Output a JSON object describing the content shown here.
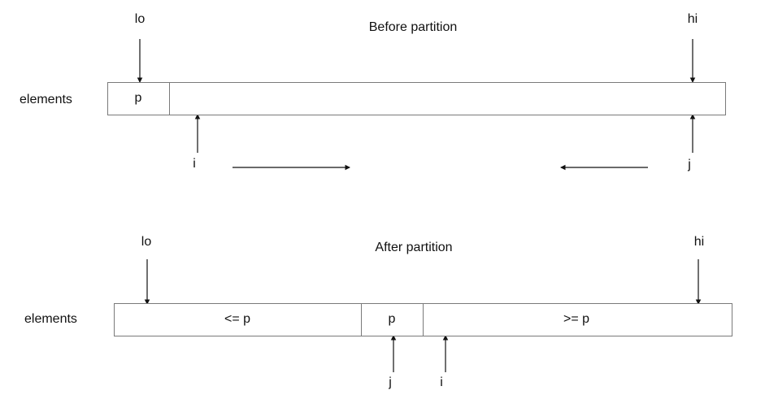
{
  "before": {
    "title": "Before partition",
    "row_label": "elements",
    "pivot_label": "p",
    "lo_label": "lo",
    "hi_label": "hi",
    "i_label": "i",
    "j_label": "j"
  },
  "after": {
    "title": "After partition",
    "row_label": "elements",
    "left_label": "<= p",
    "pivot_label": "p",
    "right_label": ">= p",
    "lo_label": "lo",
    "hi_label": "hi",
    "i_label": "i",
    "j_label": "j"
  }
}
